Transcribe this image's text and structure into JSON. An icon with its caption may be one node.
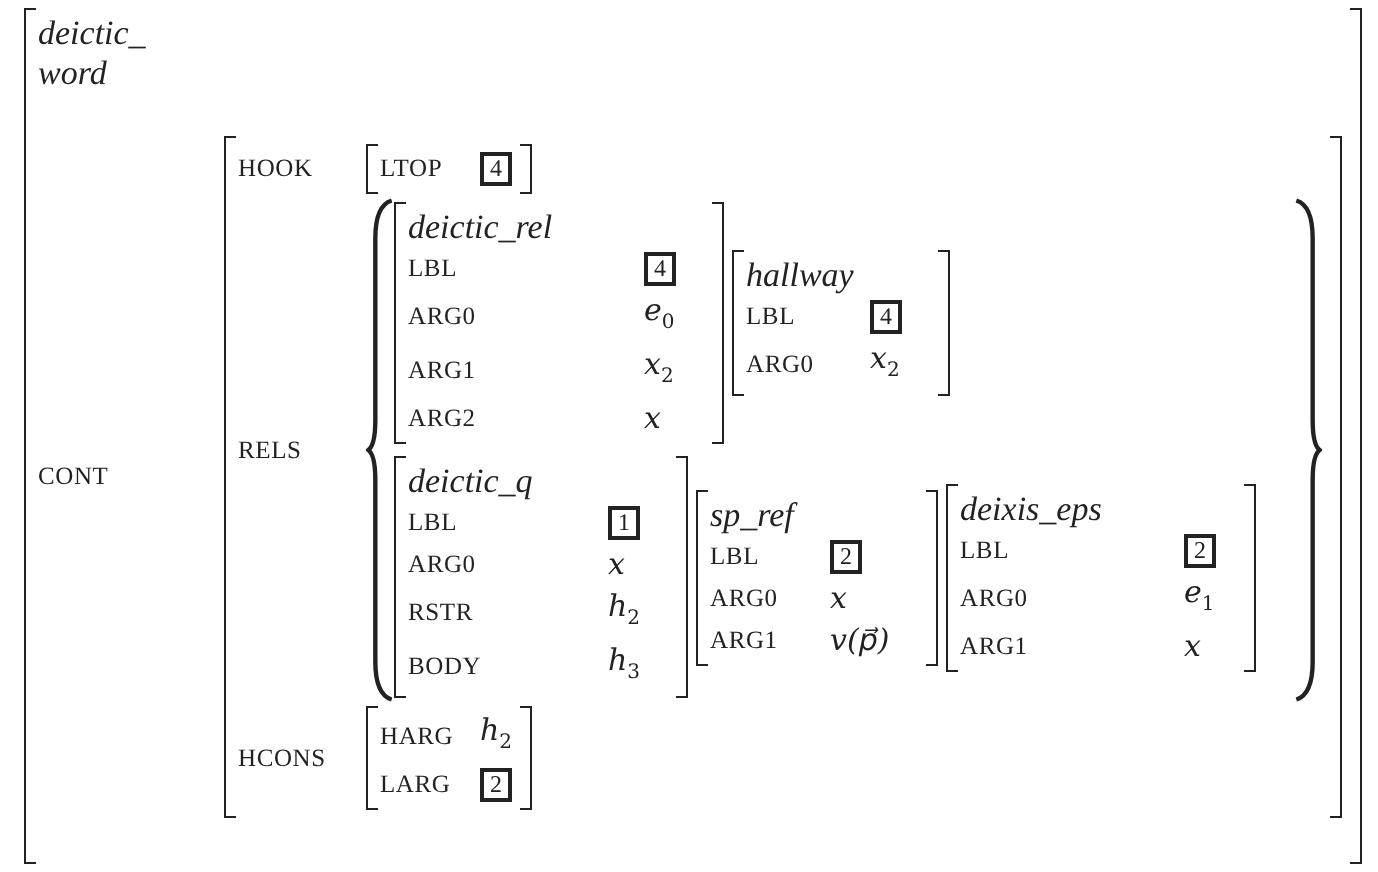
{
  "diagram": {
    "nodes": [
      {
        "text": [
          "deictic_ word",
          "CONT"
        ]
      },
      {
        "text": [
          "HOOK",
          "RELS",
          "HCONS"
        ],
        "in": 0
      },
      {
        "text": [
          "LTOP",
          "4"
        ],
        "in": 1
      },
      {
        "text": [
          "deictic_rel",
          "LBL",
          "4",
          "ARG0",
          "e$_{0}$",
          "ARG1",
          "x$_{2}$",
          "ARG2",
          "x"
        ],
        "in": 1
      },
      {
        "text": [
          "hallway",
          "LBL",
          "4",
          "ARG0",
          "x$_{2}$"
        ],
        "in": 1
      },
      {
        "text": [
          "deictic_q",
          "LBL",
          "1",
          "ARG0",
          "x",
          "RSTR",
          "h$_{2}$",
          "BODY",
          "h$_{3}$"
        ],
        "in": 1
      },
      {
        "text": [
          "sp_ref",
          "LBL",
          "2",
          "ARG0",
          "x",
          "ARG1",
          "v(p⃗)"
        ],
        "in": 1
      },
      {
        "text": [
          "deixis_eps",
          "LBL",
          "2",
          "ARG0",
          "e$_{1}$",
          "ARG1",
          "x"
        ],
        "in": 1
      },
      {
        "text": [
          "HARG",
          "h$_{2}$",
          "LARG",
          "2"
        ],
        "in": 1
      }
    ]
  }
}
